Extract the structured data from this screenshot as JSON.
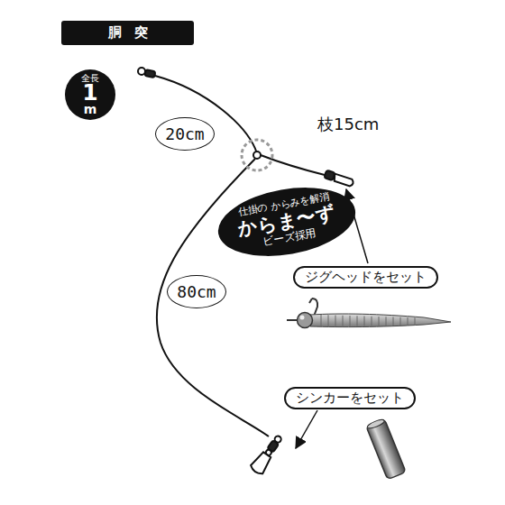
{
  "diagram": {
    "title": "胴突",
    "nodes": [
      {
        "text": [
          "全長",
          "1",
          "m"
        ]
      },
      {
        "text": [
          "20cm"
        ]
      },
      {
        "text": [
          "仕掛の からみを解消",
          "からま〜ず",
          "ビーズ採用"
        ]
      },
      {
        "text": [
          "80cm"
        ]
      },
      {
        "text": [
          "ジグヘッドをセット"
        ]
      },
      {
        "text": [
          "シンカーをセット"
        ]
      }
    ],
    "labels": [
      "枝15cm"
    ]
  }
}
